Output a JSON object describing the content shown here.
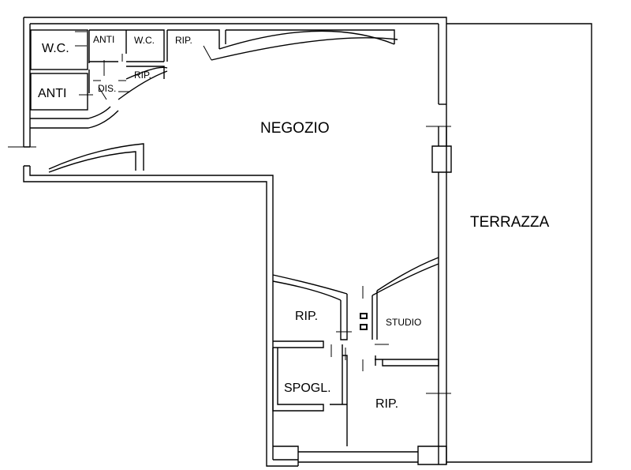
{
  "plan": {
    "rooms": {
      "negozio": "NEGOZIO",
      "terrazza": "TERRAZZA",
      "wc1": "W.C.",
      "anti1": "ANTI",
      "anti2": "ANTI",
      "wc2": "W.C.",
      "rip1": "RIP.",
      "rip2": "RIP.",
      "dis": "DIS.",
      "rip3": "RIP.",
      "studio": "STUDIO",
      "spogl": "SPOGL.",
      "rip4": "RIP."
    }
  }
}
